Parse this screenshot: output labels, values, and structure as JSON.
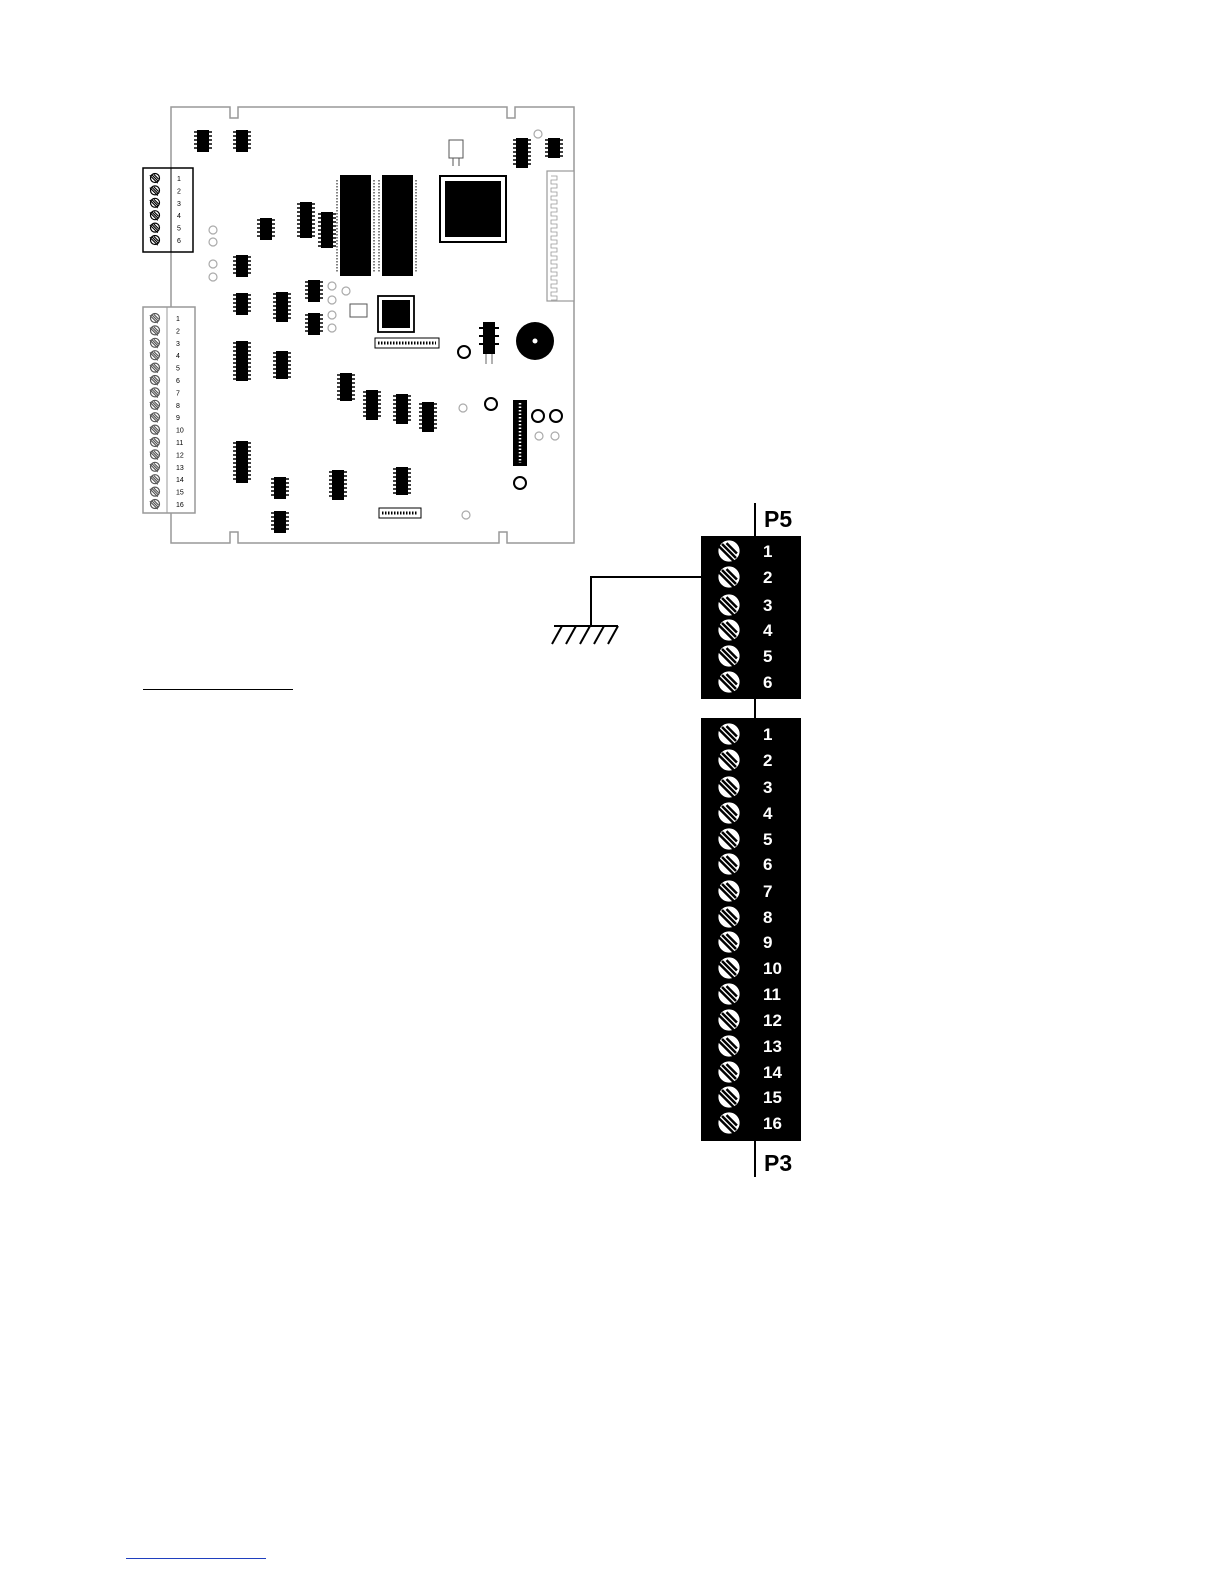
{
  "board": {
    "p5_pins": [
      "1",
      "2",
      "3",
      "4",
      "5",
      "6"
    ],
    "p3_pins": [
      "1",
      "2",
      "3",
      "4",
      "5",
      "6",
      "7",
      "8",
      "9",
      "10",
      "11",
      "12",
      "13",
      "14",
      "15",
      "16"
    ]
  },
  "terminals": {
    "p5": {
      "label": "P5",
      "pins": [
        "1",
        "2",
        "3",
        "4",
        "5",
        "6"
      ]
    },
    "p3": {
      "label": "P3",
      "pins": [
        "1",
        "2",
        "3",
        "4",
        "5",
        "6",
        "7",
        "8",
        "9",
        "10",
        "11",
        "12",
        "13",
        "14",
        "15",
        "16"
      ]
    },
    "ground_pin": "2"
  }
}
